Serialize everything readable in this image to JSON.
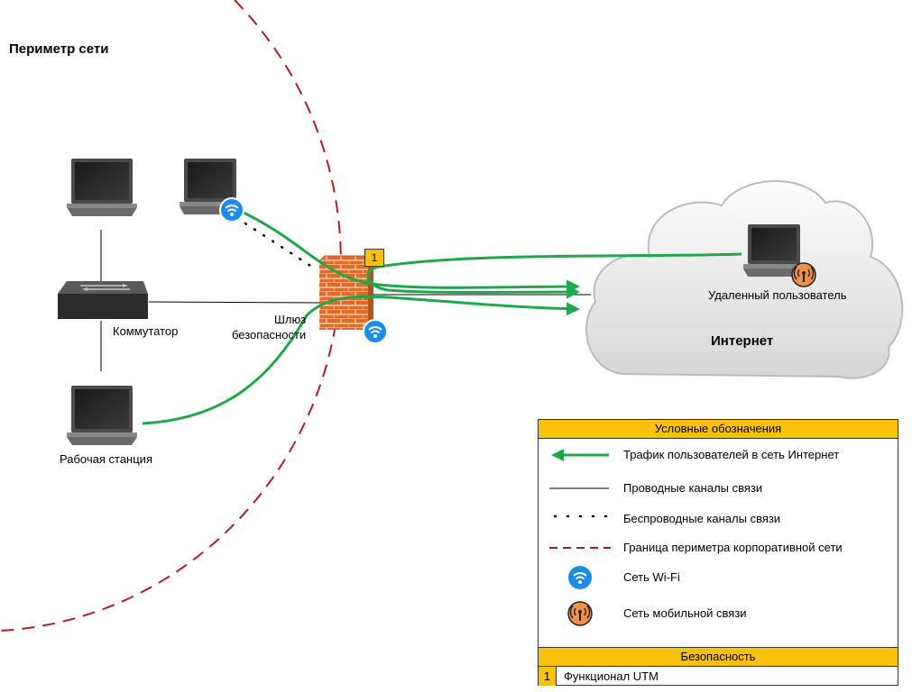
{
  "perimeter_title": "Периметр сети",
  "nodes": {
    "switch_label": "Коммутатор",
    "workstation_label": "Рабочая станция",
    "gateway_label_line1": "Шлюз",
    "gateway_label_line2": "безопасности",
    "gateway_badge": "1",
    "remote_user_label": "Удаленный пользователь",
    "internet_label": "Интернет"
  },
  "legend": {
    "title": "Условные обозначения",
    "items": [
      {
        "symbol": "green-arrow",
        "label": "Трафик пользователей в сеть Интернет"
      },
      {
        "symbol": "solid-line",
        "label": "Проводные каналы связи"
      },
      {
        "symbol": "dotted-line",
        "label": "Беспроводные каналы связи"
      },
      {
        "symbol": "dashed-red-line",
        "label": "Граница периметра корпоративной сети"
      },
      {
        "symbol": "wifi-icon",
        "label": "Сеть Wi-Fi"
      },
      {
        "symbol": "mobile-icon",
        "label": "Сеть мобильной связи"
      }
    ],
    "security_title": "Безопасность",
    "security_items": [
      {
        "num": "1",
        "label": "Функционал UTM"
      }
    ]
  },
  "colors": {
    "traffic": "#1fa84a",
    "perimeter": "#b11b24",
    "legend_header": "#f8c10a",
    "wifi": "#1b8ce8",
    "mobile": "#f0914a"
  }
}
